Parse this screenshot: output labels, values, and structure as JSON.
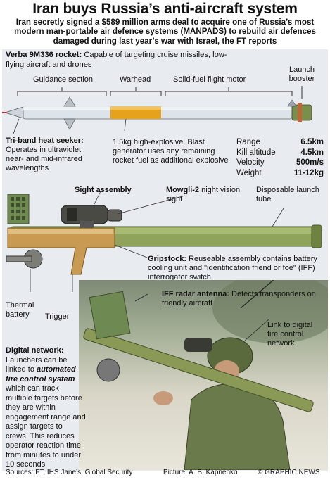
{
  "headline": "Iran buys Russia’s anti-aircraft system",
  "deck": "Iran secretly signed a $589 million arms deal to acquire one of Russia’s most modern man-portable air defence systems (MANPADS) to rebuild air defences damaged during last year’s war with Israel, the FT reports",
  "rocket": {
    "name": "Verba 9M336 rocket:",
    "description": "Capable of targeting cruise missiles, low-flying aircraft and drones",
    "sections": {
      "guidance": "Guidance section",
      "warhead": "Warhead",
      "motor": "Solid-fuel flight motor",
      "booster": "Launch booster"
    }
  },
  "seeker": {
    "title": "Tri-band heat seeker:",
    "text": "Operates in ultraviolet, near- and mid-infrared wavelengths"
  },
  "warhead_text": "1.5kg high-explosive. Blast generator uses any remaining rocket fuel as additional explosive",
  "specs": [
    {
      "label": "Range",
      "value": "6.5km"
    },
    {
      "label": "Kill altitude",
      "value": "4.5km"
    },
    {
      "label": "Velocity",
      "value": "500m/s"
    },
    {
      "label": "Weight",
      "value": "11-12kg"
    }
  ],
  "launcher": {
    "sight": "Sight assembly",
    "mowgli_title": "Mowgli-2",
    "mowgli_text": "night vision sight",
    "tube": "Disposable launch tube",
    "gripstock_title": "Gripstock:",
    "gripstock_text": "Reuseable assembly contains battery cooling unit and \"identification friend or foe\" (IFF) interrogator switch",
    "thermal_battery": "Thermal battery",
    "trigger": "Trigger",
    "iff_title": "IFF radar antenna:",
    "iff_text": "Detects transponders on friendly aircraft",
    "link": "Link to digital fire control network"
  },
  "digital": {
    "title": "Digital network:",
    "text1": "Launchers can be linked to",
    "emph": "automated fire control system",
    "text2": "which can track multiple targets before they are within engagement range and assign targets to crews. This reduces operator reaction time from minutes to under 10 seconds"
  },
  "footer": {
    "sources": "Sources: FT, IHS Jane’s, Global Security",
    "picture": "Picture: A. B. Kapnehko",
    "credit": "© GRAPHIC NEWS"
  },
  "colors": {
    "warhead": "#e6a21a",
    "rocket_body": "#dde3ea",
    "tube_green": "#8fa35a",
    "gripstock_tan": "#c89a52",
    "panel_bg": "#e8ecf0"
  }
}
